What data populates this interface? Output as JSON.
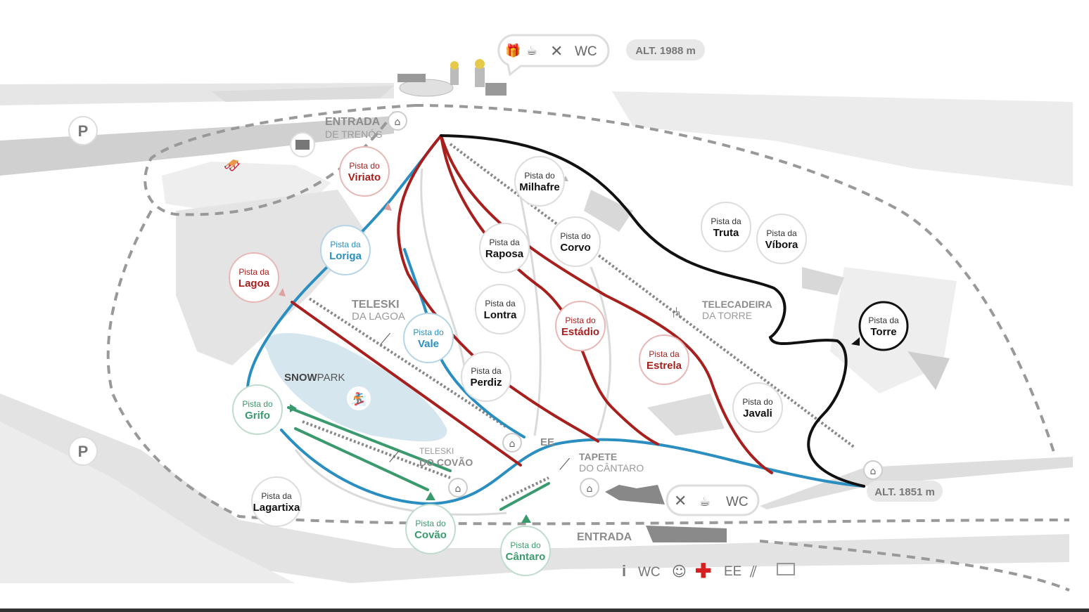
{
  "colors": {
    "blue": "#2a8fc0",
    "red": "#a8201e",
    "black": "#111111",
    "green": "#3a9a6e",
    "gray": "#8c8c8c",
    "snowpark": "#d6e6ef"
  },
  "top_services": {
    "icons": [
      "gift-icon",
      "coffee-cup-icon",
      "fork-knife-icon"
    ],
    "wc": "WC"
  },
  "alt_top": "ALT. 1988 m",
  "alt_bottom": "ALT. 1851 m",
  "parking": [
    "P",
    "P"
  ],
  "labels": {
    "entrada_trenos_1": "ENTRADA",
    "entrada_trenos_2": "DE TRENÓS",
    "teleski_lagoa_1": "TELESKI",
    "teleski_lagoa_2": "DA LAGOA",
    "telecadeira_1": "TELECADEIRA",
    "telecadeira_2": "DA TORRE",
    "snow": "SNOW",
    "park": "PARK",
    "teleski_covao_1": "TELESKI",
    "teleski_covao_2": "DO COVÃO",
    "tapete_1": "TAPETE",
    "tapete_2": "DO CÂNTARO",
    "ee": "EE",
    "entrada": "ENTRADA"
  },
  "bottom_services": {
    "icons": [
      "wc-icon",
      "coffee-cup-icon",
      "fork-knife-icon"
    ],
    "wc": "WC"
  },
  "legend_services": {
    "info": "i",
    "wc": "WC",
    "ee": "EE",
    "icons": [
      "info-icon",
      "childcare-icon",
      "first-aid-icon",
      "ski-rental-icon",
      "ticket-icon"
    ]
  },
  "pistes": [
    {
      "prefix": "Pista do",
      "name": "Viriato",
      "color": "red"
    },
    {
      "prefix": "Pista da",
      "name": "Lagoa",
      "color": "red"
    },
    {
      "prefix": "Pista da",
      "name": "Loriga",
      "color": "blue"
    },
    {
      "prefix": "Pista do",
      "name": "Milhafre",
      "color": "black"
    },
    {
      "prefix": "Pista da",
      "name": "Raposa",
      "color": "black"
    },
    {
      "prefix": "Pista do",
      "name": "Corvo",
      "color": "black"
    },
    {
      "prefix": "Pista da",
      "name": "Truta",
      "color": "black"
    },
    {
      "prefix": "Pista da",
      "name": "Víbora",
      "color": "black"
    },
    {
      "prefix": "Pista da",
      "name": "Lontra",
      "color": "black"
    },
    {
      "prefix": "Pista do",
      "name": "Vale",
      "color": "blue"
    },
    {
      "prefix": "Pista do",
      "name": "Estádio",
      "color": "red"
    },
    {
      "prefix": "Pista da",
      "name": "Estrela",
      "color": "red"
    },
    {
      "prefix": "Pista da",
      "name": "Torre",
      "color": "black"
    },
    {
      "prefix": "Pista da",
      "name": "Perdiz",
      "color": "black"
    },
    {
      "prefix": "Pista do",
      "name": "Javali",
      "color": "black"
    },
    {
      "prefix": "Pista do",
      "name": "Grifo",
      "color": "green"
    },
    {
      "prefix": "Pista da",
      "name": "Lagartixa",
      "color": "black"
    },
    {
      "prefix": "Pista do",
      "name": "Covão",
      "color": "green"
    },
    {
      "prefix": "Pista do",
      "name": "Cântaro",
      "color": "green"
    }
  ]
}
